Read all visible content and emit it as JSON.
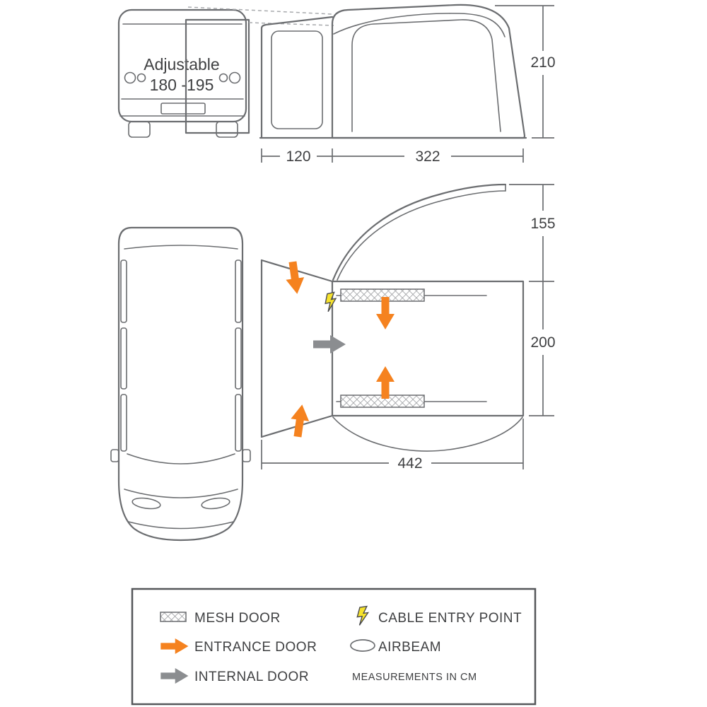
{
  "side_view": {
    "van_label_line1": "Adjustable",
    "van_label_line2": "180 -195",
    "dim_height_cm": "210",
    "dim_tunnel_width_cm": "120",
    "dim_awning_width_cm": "322"
  },
  "floor_plan": {
    "dim_canopy_depth_cm": "155",
    "dim_main_depth_cm": "200",
    "dim_total_width_cm": "442"
  },
  "legend": {
    "mesh_door": "MESH DOOR",
    "entrance_door": "ENTRANCE DOOR",
    "internal_door": "INTERNAL DOOR",
    "cable_entry_point": "CABLE ENTRY POINT",
    "airbeam": "AIRBEAM",
    "measurements_note": "MEASUREMENTS IN CM"
  },
  "colors": {
    "line": "#6b6d70",
    "entrance_arrow": "#f5821f",
    "internal_arrow": "#8b8d90",
    "cable_bolt_fill": "#f7e32d",
    "text": "#3f4042"
  }
}
